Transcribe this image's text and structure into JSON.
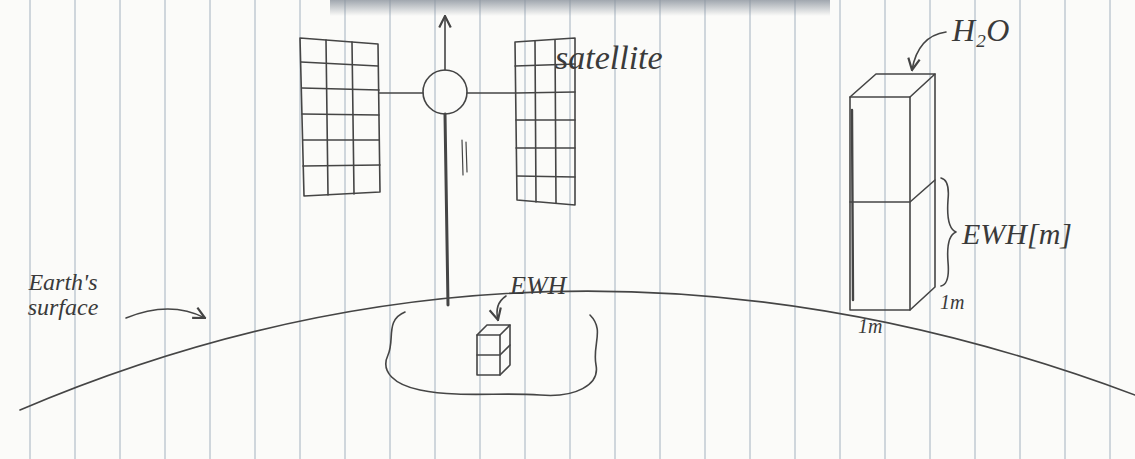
{
  "diagram": {
    "labels": [
      "satellite",
      "H₂O",
      "EWH",
      "EWH[m]",
      "1m",
      "1m",
      "Earth's surface"
    ]
  }
}
